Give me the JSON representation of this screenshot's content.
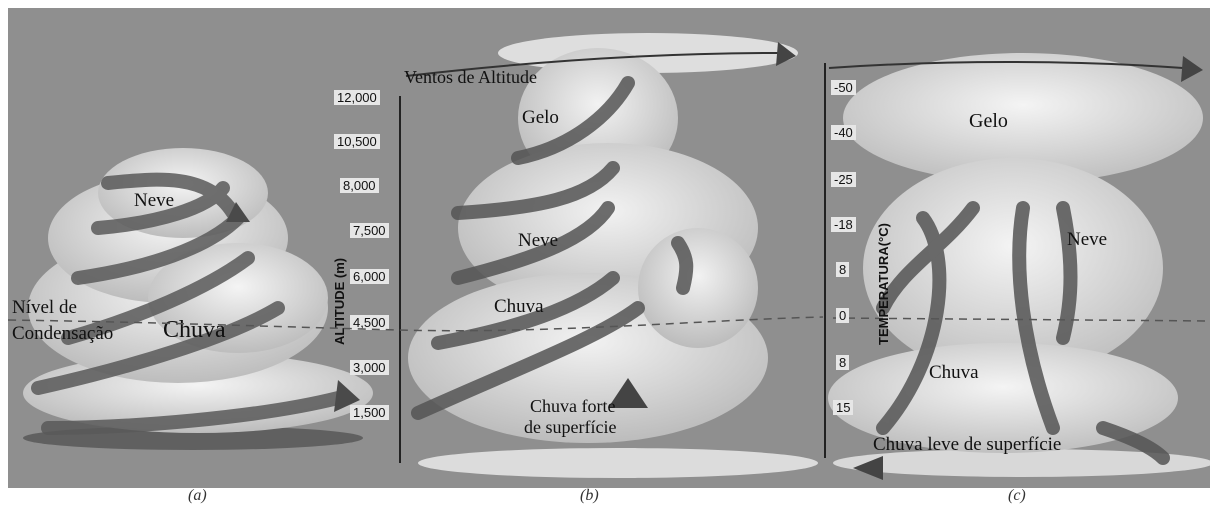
{
  "panels": {
    "a": {
      "caption": "(a)",
      "labels": {
        "snow": "Neve",
        "condensation_line1": "Nível de",
        "condensation_line2": "Condensação",
        "rain": "Chuva"
      }
    },
    "b": {
      "caption": "(b)",
      "labels": {
        "winds": "Ventos de Altitude",
        "ice": "Gelo",
        "snow": "Neve",
        "rain": "Chuva",
        "heavy_rain_line1": "Chuva forte",
        "heavy_rain_line2": "de superfície"
      },
      "axis": {
        "title": "ALTITUDE (m)",
        "ticks": [
          "12,000",
          "10,500",
          "8,000",
          "7,500",
          "6,000",
          "4,500",
          "3,000",
          "1,500"
        ]
      }
    },
    "c": {
      "caption": "(c)",
      "labels": {
        "ice": "Gelo",
        "snow": "Neve",
        "rain": "Chuva",
        "light_rain": "Chuva leve de superfície"
      },
      "axis": {
        "title": "TEMPERATURA(°C)",
        "ticks": [
          "-50",
          "-40",
          "-25",
          "-18",
          "8",
          "0",
          "8",
          "15"
        ]
      }
    }
  },
  "colors": {
    "background": "#8f8f8f",
    "cloud": "#e9e9e9",
    "arrow": "#555555"
  }
}
